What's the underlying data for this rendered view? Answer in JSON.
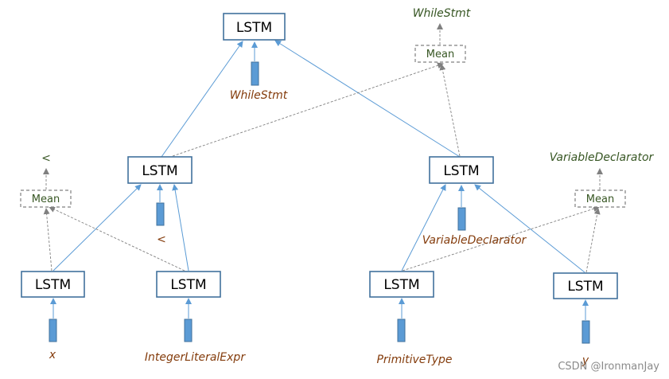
{
  "diagram": {
    "lstm_label": "LSTM",
    "mean_label": "Mean",
    "inputs": {
      "x": "x",
      "integer_literal_expr": "IntegerLiteralExpr",
      "less_than": "<",
      "while_stmt": "WhileStmt",
      "variable_declarator": "VariableDeclarator",
      "primitive_type": "PrimitiveType",
      "y": "y"
    },
    "outputs": {
      "less_than": "<",
      "while_stmt": "WhileStmt",
      "variable_declarator": "VariableDeclarator"
    }
  },
  "watermark": "CSDN @IronmanJay",
  "colors": {
    "lstm_border": "#41719c",
    "vector_fill": "#5b9bd5",
    "input_label": "#843c0c",
    "output_label": "#375623",
    "mean_border": "#808080"
  }
}
